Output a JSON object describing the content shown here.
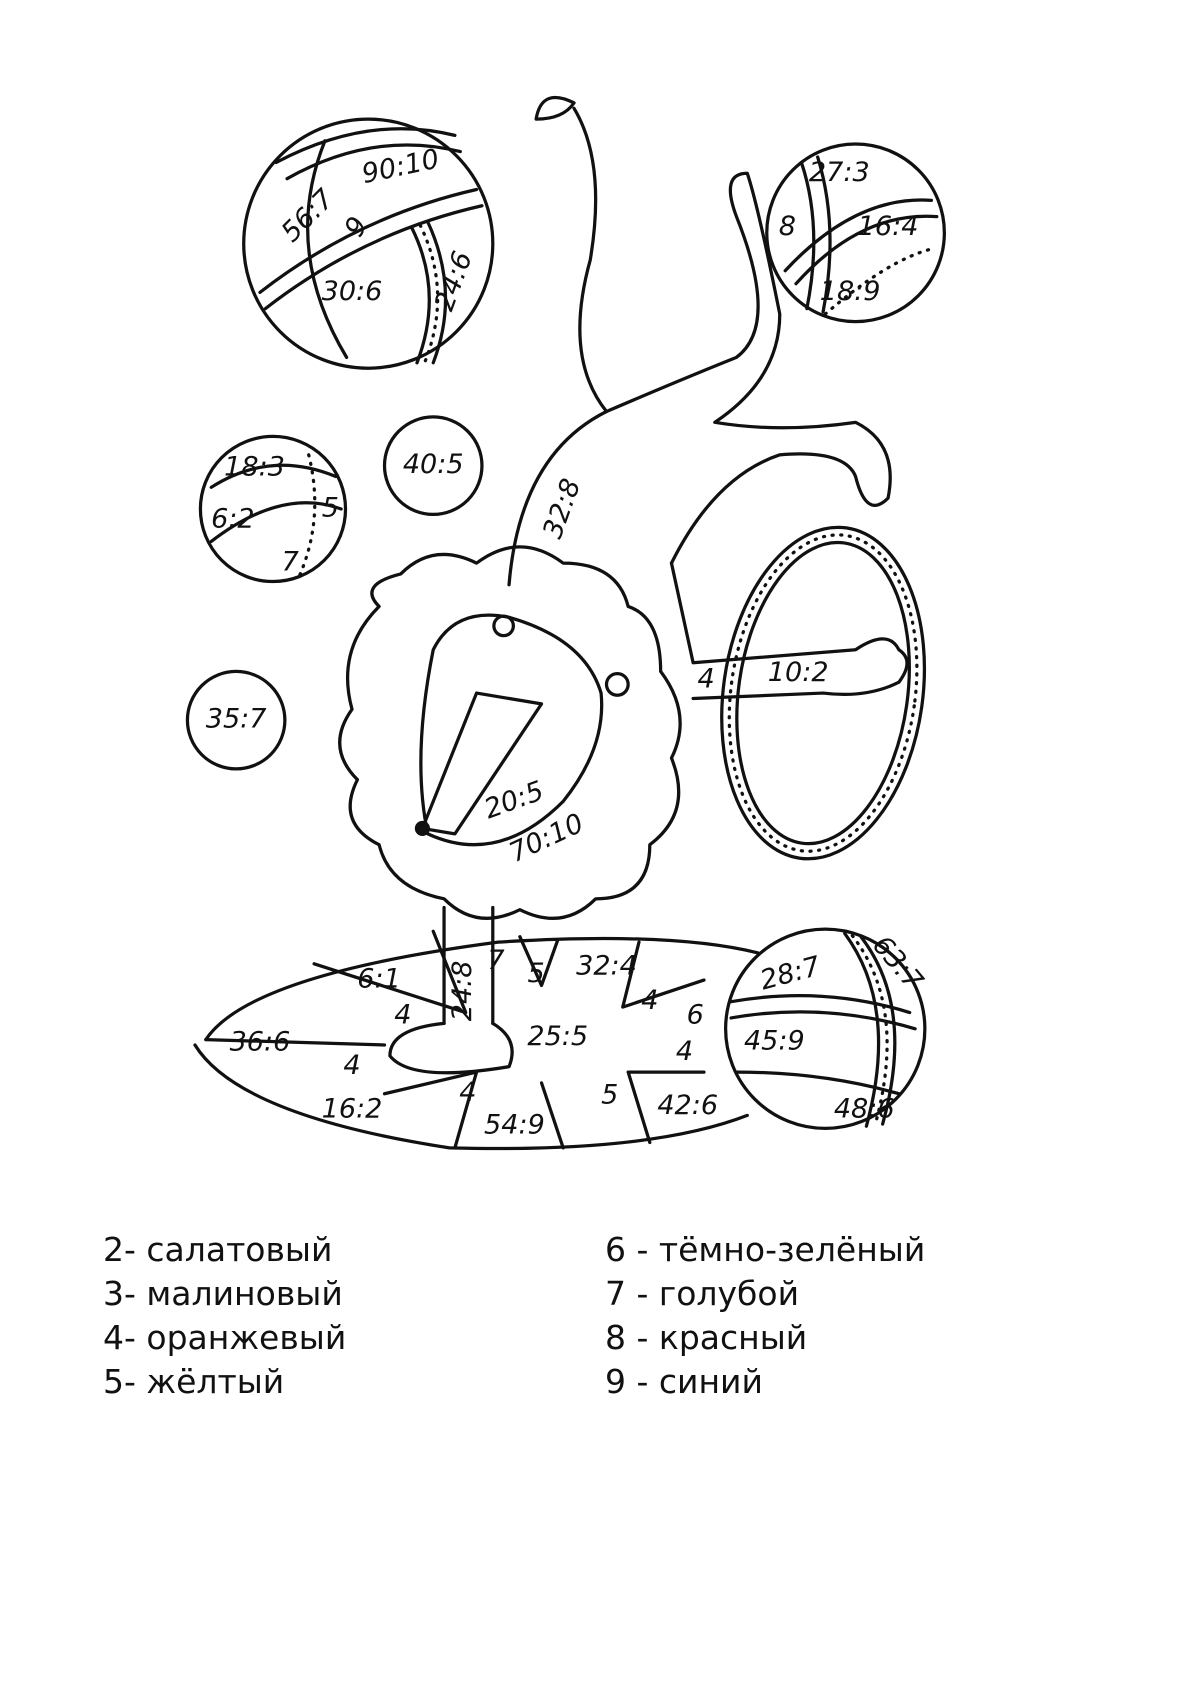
{
  "drawing": {
    "ball_top_left": [
      "90:10",
      "56:7",
      "9",
      "30:6",
      "24:6"
    ],
    "ball_top_right": [
      "27:3",
      "8",
      "16:4",
      "18:9"
    ],
    "ball_small_left": [
      "18:3",
      "6:2",
      "5",
      "7"
    ],
    "circle_a": "40:5",
    "circle_b": "35:7",
    "lion_body": "32:8",
    "lion_arm": [
      "4",
      "10:2"
    ],
    "lion_face": [
      "20:5",
      "70:10"
    ],
    "lion_leg": "24:8",
    "platform": [
      "6:1",
      "7",
      "5",
      "32:4",
      "4",
      "4",
      "6",
      "36:6",
      "25:5",
      "4",
      "4",
      "16:2",
      "4",
      "54:9",
      "5",
      "42:6"
    ],
    "ball_bottom_right": [
      "28:7",
      "63:7",
      "45:9",
      "48:6"
    ]
  },
  "legend": {
    "left": [
      "2- салатовый",
      "3- малиновый",
      "4- оранжевый",
      "5- жёлтый"
    ],
    "right": [
      "6 - тёмно-зелёный",
      "7 - голубой",
      "8 - красный",
      "9 - синий"
    ]
  }
}
